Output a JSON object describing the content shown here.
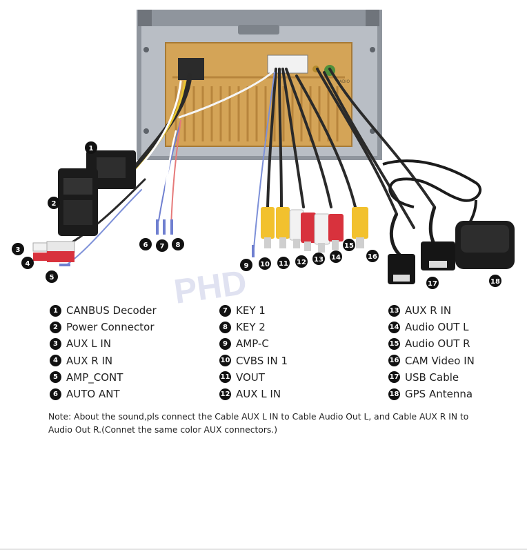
{
  "watermark": "PHD",
  "panel_print": "RADIO",
  "callouts": [
    "1",
    "2",
    "3",
    "4",
    "5",
    "6",
    "7",
    "8",
    "9",
    "10",
    "11",
    "12",
    "13",
    "14",
    "15",
    "16",
    "17",
    "18"
  ],
  "legend": [
    [
      {
        "num": "1",
        "label": "CANBUS Decoder"
      },
      {
        "num": "2",
        "label": "Power Connector"
      },
      {
        "num": "3",
        "label": "AUX L IN"
      },
      {
        "num": "4",
        "label": "AUX R IN"
      },
      {
        "num": "5",
        "label": "AMP_CONT"
      },
      {
        "num": "6",
        "label": "AUTO ANT"
      }
    ],
    [
      {
        "num": "7",
        "label": "KEY 1"
      },
      {
        "num": "8",
        "label": "KEY 2"
      },
      {
        "num": "9",
        "label": "AMP-C"
      },
      {
        "num": "10",
        "label": "CVBS IN 1"
      },
      {
        "num": "11",
        "label": "VOUT"
      },
      {
        "num": "12",
        "label": "AUX L IN"
      }
    ],
    [
      {
        "num": "13",
        "label": "AUX R IN"
      },
      {
        "num": "14",
        "label": "Audio OUT L"
      },
      {
        "num": "15",
        "label": "Audio OUT R"
      },
      {
        "num": "16",
        "label": "CAM Video IN"
      },
      {
        "num": "17",
        "label": "USB Cable"
      },
      {
        "num": "18",
        "label": "GPS Antenna"
      }
    ]
  ],
  "note": "Note: About the sound,pls connect the Cable AUX L IN to Cable Audio Out L, and Cable AUX R IN to Audio Out R.(Connet the same color AUX connectors.)",
  "colors": {
    "panel": "#d4a457",
    "bracket": "#9aa0a8",
    "rca_yellow": "#f2c12e",
    "rca_white": "#f2f2f2",
    "rca_red": "#d8323d",
    "badge": "#111111"
  }
}
